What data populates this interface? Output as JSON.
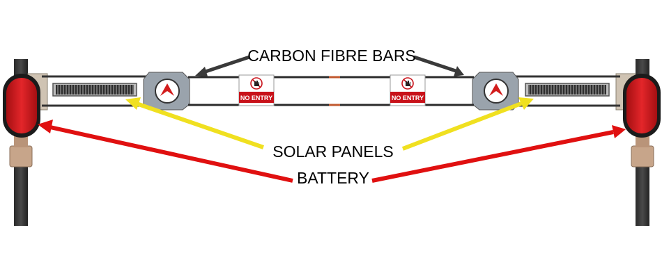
{
  "labels": {
    "bars": "CARBON FIBRE BARS",
    "solar": "SOLAR PANELS",
    "battery": "BATTERY"
  },
  "signs": {
    "left": "NO ENTRY",
    "right": "NO ENTRY"
  },
  "colors": {
    "arrow_bars": "#3a3a3a",
    "arrow_solar": "#f0e020",
    "arrow_battery": "#e01010",
    "battery": "#d81e1e",
    "sign_red": "#c8121a"
  },
  "icons": [
    "no-entry-hand-icon",
    "logo-mark-icon"
  ]
}
